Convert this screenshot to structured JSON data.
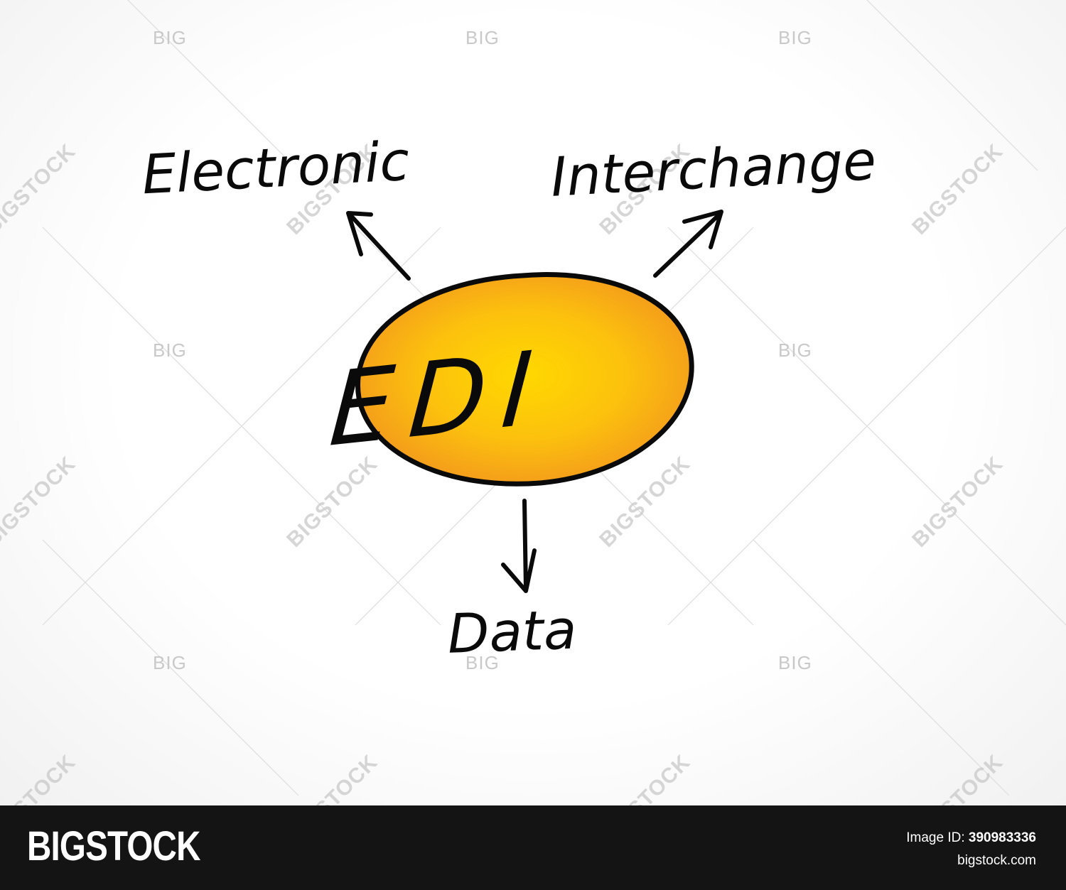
{
  "diagram": {
    "center_label": "EDI",
    "labels": {
      "electronic": "Electronic",
      "interchange": "Interchange",
      "data": "Data"
    },
    "colors": {
      "ellipse_fill_inner": "#ffd200",
      "ellipse_fill_outer": "#f7a11a",
      "stroke": "#0a0a0a"
    }
  },
  "watermark": {
    "big_text": "BIG",
    "stock_text": "BIGSTOCK"
  },
  "footer": {
    "logo": "BIGSTOCK",
    "image_id_label": "Image ID:",
    "image_id": "390983336",
    "site": "bigstock.com"
  }
}
